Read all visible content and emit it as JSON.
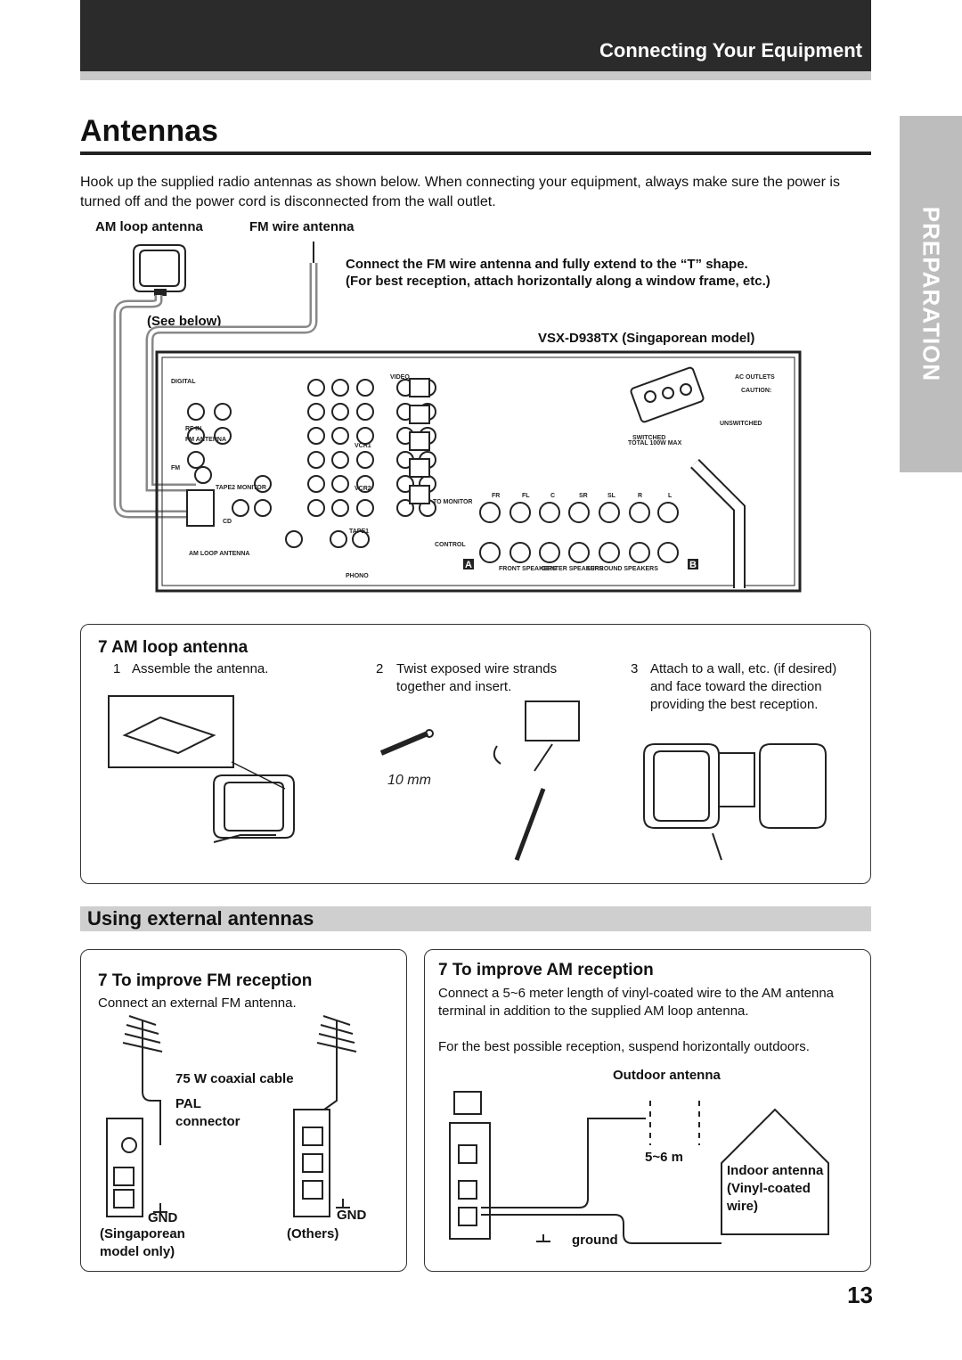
{
  "header": {
    "section_title": "Connecting Your Equipment"
  },
  "side_tab": {
    "label": "PREPARATION"
  },
  "page": {
    "title": "Antennas",
    "intro": "Hook up the supplied radio antennas as shown below. When connecting your equipment, always make sure the power is turned off and the power cord is disconnected from the wall outlet.",
    "page_number": "13"
  },
  "diagram": {
    "am_label": "AM loop antenna",
    "fm_label": "FM wire antenna",
    "fm_instruction_1": "Connect the FM wire antenna and fully extend to the “T” shape.",
    "fm_instruction_2": "(For best reception, attach horizontally along a window frame, etc.)",
    "see_below": "(See below)",
    "model": "VSX-D938TX (Singaporean model)",
    "panel_labels": {
      "digital": "DIGITAL",
      "am_loop": "AM LOOP ANTENNA",
      "fm": "FM",
      "fm_antenna": "FM ANTENNA",
      "rf_in": "RF IN",
      "cd": "CD",
      "phono": "PHONO",
      "video": "VIDEO",
      "vcr1": "VCR1",
      "vcr2": "VCR2",
      "tape1": "TAPE1",
      "tape2_monitor": "TAPE2 MONITOR",
      "to_monitor": "TO MONITOR",
      "control": "CONTROL",
      "ac_outlets": "AC OUTLETS",
      "caution": "CAUTION:",
      "switched": "SWITCHED",
      "unswitched": "UNSWITCHED",
      "total_max": "TOTAL 100W MAX",
      "front_speakers": "FRONT SPEAKERS",
      "center_speakers": "CENTER SPEAKERS",
      "surround_speakers": "SURROUND SPEAKERS",
      "a": "A",
      "b": "B",
      "fr": "FR",
      "fl": "FL",
      "c": "C",
      "sr": "SR",
      "sl": "SL",
      "r": "R",
      "l": "L"
    }
  },
  "am_section": {
    "heading": "7  AM loop antenna",
    "step1_num": "1",
    "step1": "Assemble the antenna.",
    "step2_num": "2",
    "step2": "Twist exposed wire strands together and insert.",
    "step3_num": "3",
    "step3": "Attach to a wall, etc. (if desired) and face toward the direction providing the best reception.",
    "measure": "10 mm"
  },
  "external": {
    "band_title": "Using external antennas",
    "fm": {
      "heading": "7  To improve FM reception",
      "text": "Connect an external FM antenna.",
      "coax": "75 W coaxial cable",
      "pal": "PAL",
      "connector": "connector",
      "gnd": "GND",
      "singaporean": "(Singaporean",
      "model_only": "model only)",
      "others": "(Others)"
    },
    "am": {
      "heading": "7  To improve AM reception",
      "text1": "Connect a 5~6 meter length of vinyl-coated wire to the AM antenna terminal in addition to the supplied AM loop antenna.",
      "text2": "For the best possible reception, suspend horizontally outdoors.",
      "outdoor": "Outdoor antenna",
      "length": "5~6 m",
      "indoor1": "Indoor antenna",
      "indoor2": "(Vinyl-coated",
      "indoor3": "wire)",
      "ground": "ground"
    }
  }
}
